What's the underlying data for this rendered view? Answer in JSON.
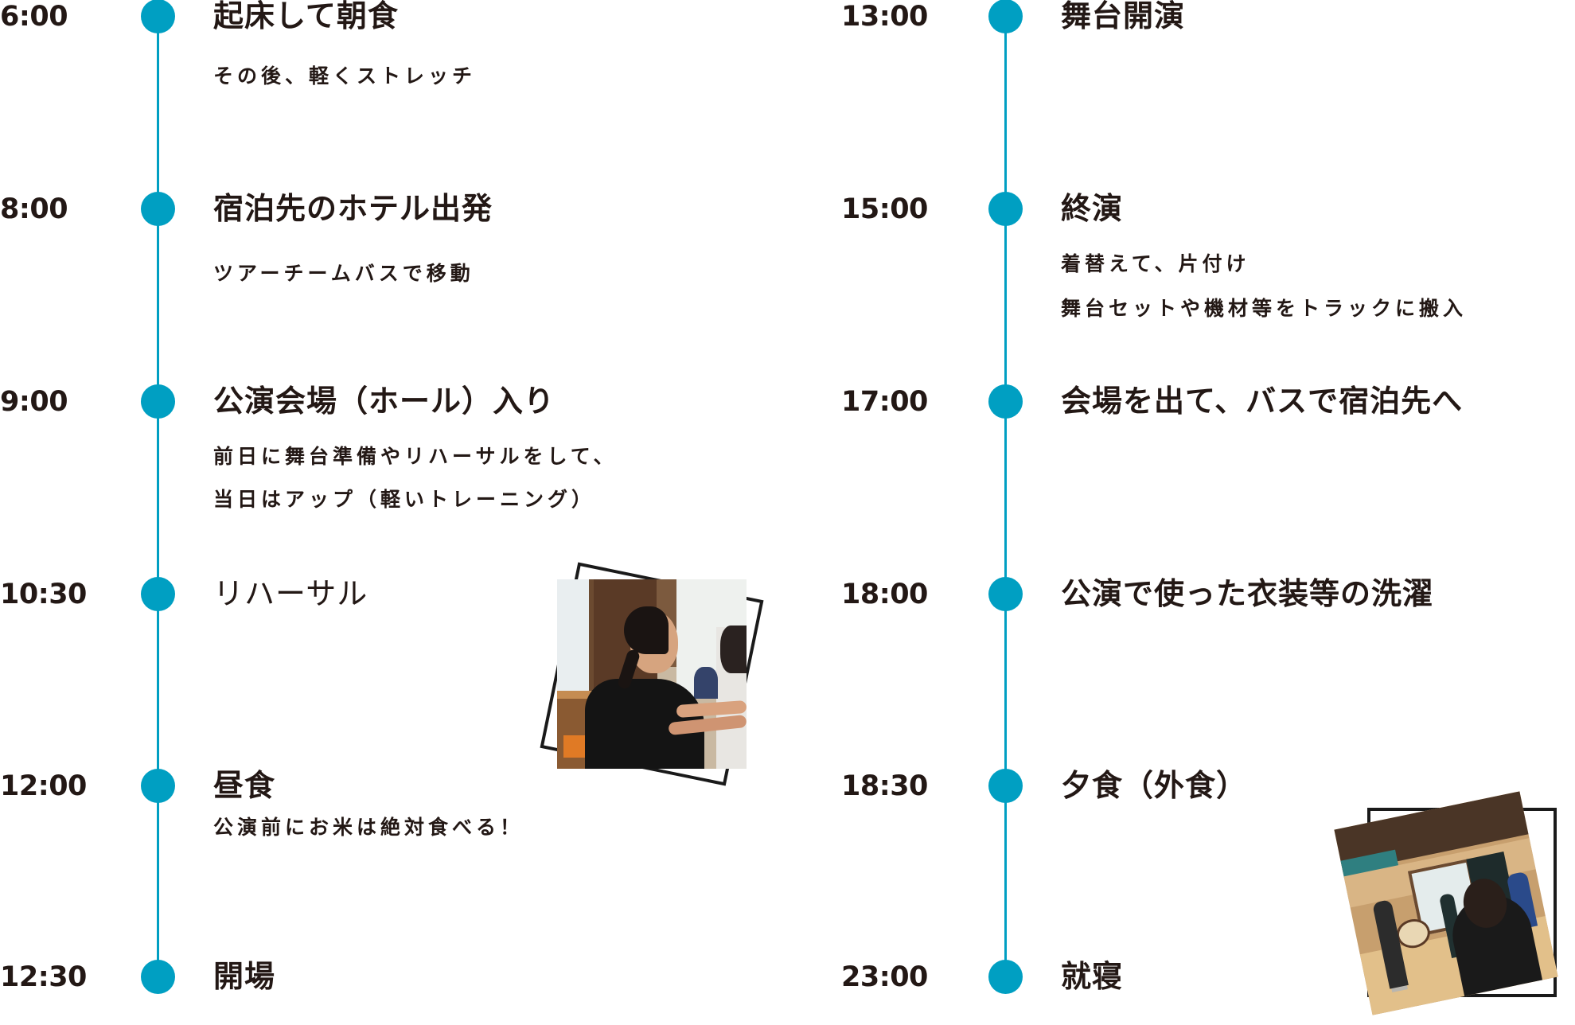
{
  "schedule": {
    "accent_color": "#009fc2",
    "text_color": "#231815",
    "left_column": [
      {
        "time": "6:00",
        "title": "起床して朝食",
        "details": [
          "その後、軽くストレッチ"
        ]
      },
      {
        "time": "8:00",
        "title": "宿泊先のホテル出発",
        "details": [
          "ツアーチームバスで移動"
        ]
      },
      {
        "time": "9:00",
        "title": "公演会場（ホール）入り",
        "details": [
          "前日に舞台準備やリハーサルをして、",
          "当日はアップ（軽いトレーニング）"
        ]
      },
      {
        "time": "10:30",
        "title": "リハーサル",
        "details": []
      },
      {
        "time": "12:00",
        "title": "昼食",
        "details": [
          "公演前にお米は絶対食べる！"
        ]
      },
      {
        "time": "12:30",
        "title": "開場",
        "details": []
      }
    ],
    "right_column": [
      {
        "time": "13:00",
        "title": "舞台開演",
        "details": []
      },
      {
        "time": "15:00",
        "title": "終演",
        "details": [
          "着替えて、片付け",
          "舞台セットや機材等をトラックに搬入"
        ]
      },
      {
        "time": "17:00",
        "title": "会場を出て、バスで宿泊先へ",
        "details": []
      },
      {
        "time": "18:00",
        "title": "公演で使った衣装等の洗濯",
        "details": []
      },
      {
        "time": "18:30",
        "title": "夕食（外食）",
        "details": []
      },
      {
        "time": "23:00",
        "title": "就寝",
        "details": []
      }
    ]
  },
  "photos": [
    {
      "name": "rehearsal-photo",
      "description": "woman in black t-shirt stretching arms forward in a wooden room"
    },
    {
      "name": "hall-photo",
      "description": "performers standing in a wooden hall with taiko drums"
    }
  ]
}
